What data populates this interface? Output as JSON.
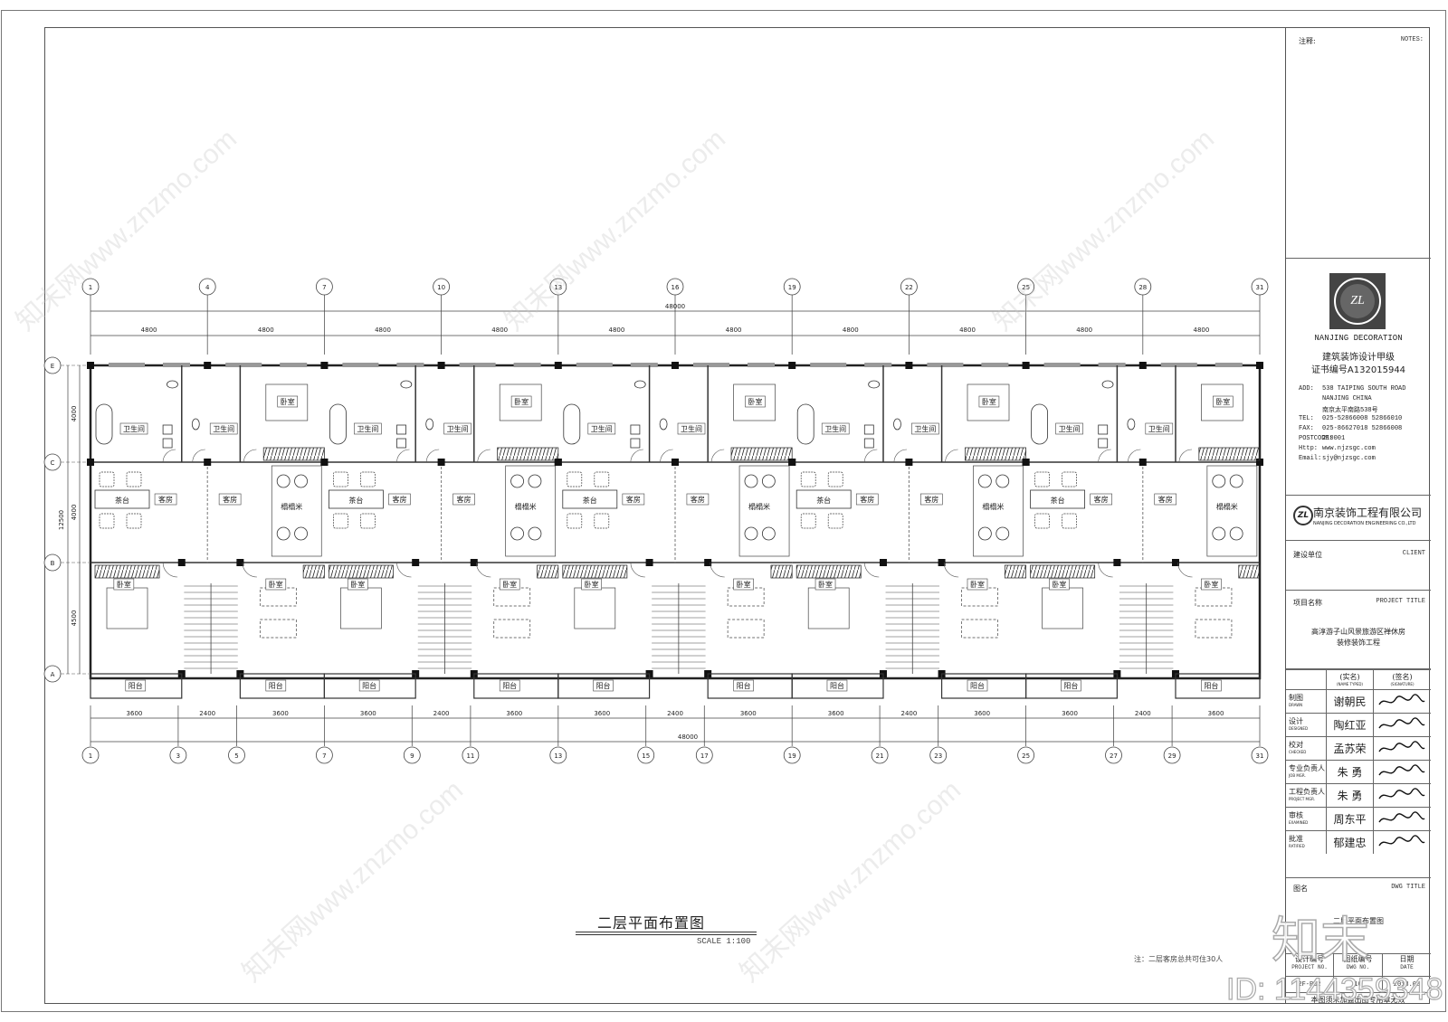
{
  "drawing": {
    "title": "二层平面布置图",
    "scale": "SCALE  1:100",
    "note": "注：二层客房总共可住30人",
    "top_axes": [
      "1",
      "4",
      "7",
      "10",
      "13",
      "16",
      "19",
      "22",
      "25",
      "28",
      "31"
    ],
    "top_dims": [
      "4800",
      "4800",
      "4800",
      "4800",
      "4800",
      "4800",
      "4800",
      "4800",
      "4800",
      "4800"
    ],
    "total_dim": "48000",
    "bottom_axes": [
      "1",
      "3",
      "5",
      "7",
      "9",
      "11",
      "13",
      "15",
      "17",
      "19",
      "21",
      "23",
      "25",
      "27",
      "29",
      "31"
    ],
    "bottom_dims": [
      "3600",
      "2400",
      "3600",
      "3600",
      "2400",
      "3600",
      "3600",
      "2400",
      "3600",
      "3600",
      "2400",
      "3600",
      "3600",
      "2400",
      "3600"
    ],
    "row_axes": [
      "E",
      "C",
      "B",
      "A"
    ],
    "row_dims": [
      "4000",
      "4000",
      "4500"
    ],
    "row_total": "12500",
    "rooms": {
      "bathroom": "卫生间",
      "tea_table": "茶台",
      "guest_room": "客房",
      "tatami": "榻榻米",
      "bedroom": "卧室",
      "balcony": "阳台"
    }
  },
  "title_block": {
    "notes_cn": "注释:",
    "notes_en": "NOTES:",
    "company_en": "NANJING DECORATION",
    "qualification": "建筑装饰设计甲级",
    "certificate": "证书编号A132015944",
    "address": [
      {
        "label": "ADD:",
        "value": "538 TAIPING SOUTH ROAD"
      },
      {
        "label": "",
        "value": "NANJING CHINA"
      },
      {
        "label": "",
        "value": "南京太平南路538号"
      },
      {
        "label": "TEL:",
        "value": "025-52866008 52866010"
      },
      {
        "label": "FAX:",
        "value": "025-86627018 52866008"
      },
      {
        "label": "POSTCODE:",
        "value": "210001"
      },
      {
        "label": "Http:",
        "value": "www.njzsgc.com"
      },
      {
        "label": "Email:",
        "value": "sjy@njzsgc.com"
      }
    ],
    "company_cn": "南京装饰工程有限公司",
    "company_en_full": "NANJING DECORATION ENGINEERING CO.,LTD",
    "client_cn": "建设单位",
    "client_en": "CLIENT",
    "project_cn": "项目名称",
    "project_en": "PROJECT TITLE",
    "project_name_1": "高淳游子山风景旅游区禅休房",
    "project_name_2": "装修装饰工程",
    "sig_header_name": "(实名)",
    "sig_header_name_en": "(NAME TYPED)",
    "sig_header_sig": "(签名)",
    "sig_header_sig_en": "(SIGNATURE)",
    "staff": [
      {
        "role": "制图",
        "role_en": "DRAWN",
        "name": "谢朝民"
      },
      {
        "role": "设计",
        "role_en": "DESIGNED",
        "name": "陶红亚"
      },
      {
        "role": "校对",
        "role_en": "CHECKED",
        "name": "孟苏荣"
      },
      {
        "role": "专业负责人",
        "role_en": "JOB MGR.",
        "name": "朱  勇"
      },
      {
        "role": "工程负责人",
        "role_en": "PROJECT MGR.",
        "name": "朱  勇"
      },
      {
        "role": "审核",
        "role_en": "EXAMINED",
        "name": "周东平"
      },
      {
        "role": "批准",
        "role_en": "RATIFIED",
        "name": "郁建忠"
      }
    ],
    "dwg_title_cn": "图名",
    "dwg_title_en": "DWG TITLE",
    "dwg_title": "二层平面布置图",
    "proj_no_label": "设计编号",
    "proj_no_label_en": "PROJECT NO.",
    "dwg_no_label": "图纸编号",
    "dwg_no_label_en": "DWG NO.",
    "date_label": "日期",
    "date_label_en": "DATE",
    "proj_no": "2F-P02",
    "dwg_no": "10",
    "date": "2018.08",
    "footer": "本图须未加盖出图专用章无效"
  },
  "watermark": {
    "site": "知末网www.znzmo.com",
    "brand": "知末",
    "id": "ID: 1144359348"
  }
}
